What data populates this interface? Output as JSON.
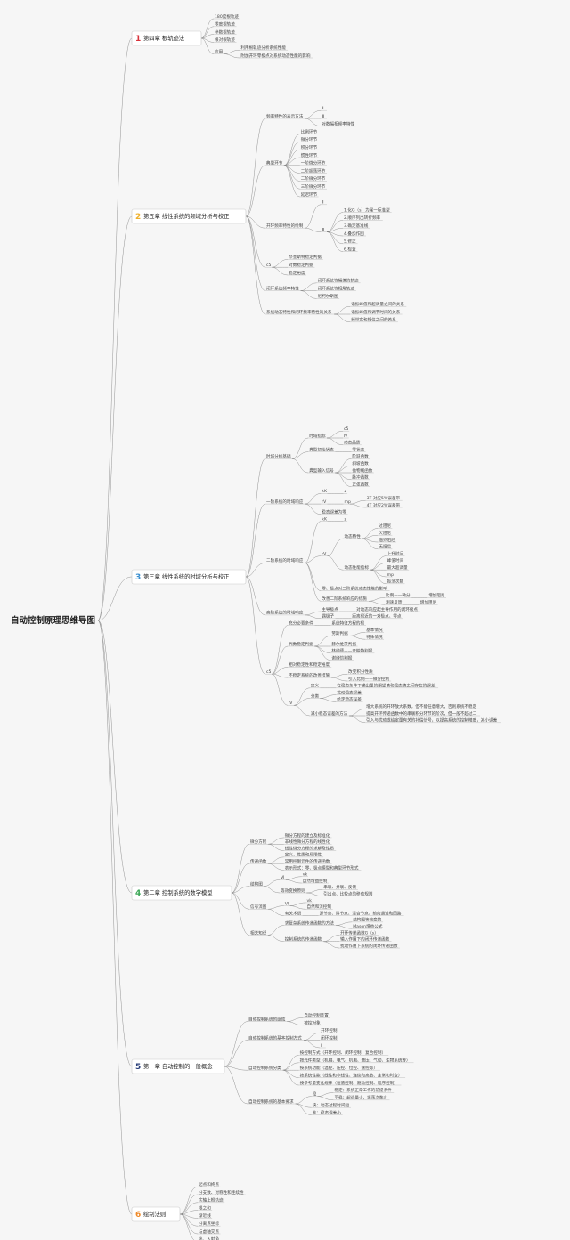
{
  "root": "自动控制原理思维导图",
  "chapters": [
    {
      "num": "1",
      "title": "第四章 根轨迹法",
      "color": "#d8323a",
      "children": [
        {
          "t": "180度根轨迹"
        },
        {
          "t": "零度根轨迹"
        },
        {
          "t": "参数根轨迹"
        },
        {
          "t": "根对根轨迹"
        },
        {
          "t": "应用",
          "c": [
            {
              "t": "利用根轨迹分析系统性能"
            },
            {
              "t": "附加开环零极点对系统动态性能的影响"
            }
          ]
        }
      ]
    },
    {
      "num": "2",
      "title": "第五章 线性系统的频域分析与校正",
      "color": "#f0b12a",
      "children": [
        {
          "t": "频率特性的表示方法",
          "c": [
            {
              "t": "Ⅱ"
            },
            {
              "t": "Ⅲ"
            },
            {
              "t": "对数幅相频率特性"
            }
          ]
        },
        {
          "t": "典型环节",
          "c": [
            {
              "t": "比例环节"
            },
            {
              "t": "微分环节"
            },
            {
              "t": "积分环节"
            },
            {
              "t": "惯性环节"
            },
            {
              "t": "一阶微分环节"
            },
            {
              "t": "二阶振荡环节"
            },
            {
              "t": "二阶微分环节"
            },
            {
              "t": "三阶微分环节"
            },
            {
              "t": "延迟环节"
            }
          ]
        },
        {
          "t": "开环频率特性的绘制",
          "c": [
            {
              "t": "Ⅱ"
            },
            {
              "t": "Ⅲ",
              "c": [
                {
                  "t": "1.化G（s）为尾一标准型"
                },
                {
                  "t": "2.顺序列出转折频率"
                },
                {
                  "t": "3.确定基准线"
                },
                {
                  "t": "4.叠加作图"
                },
                {
                  "t": "5.修正"
                },
                {
                  "t": "6.检查"
                }
              ]
            }
          ]
        },
        {
          "t": "c5",
          "c": [
            {
              "t": "奈奎斯特稳定判据"
            },
            {
              "t": "对数稳定判据"
            },
            {
              "t": "稳定裕度"
            }
          ]
        },
        {
          "t": "闭环系统频率特性",
          "c": [
            {
              "t": "闭环系统等幅值的轨迹"
            },
            {
              "t": "闭环系统等相角轨迹"
            },
            {
              "t": "尼柯尔斯图"
            }
          ]
        },
        {
          "t": "系统动态特性和闭环频率特性的关系",
          "c": [
            {
              "t": "谐振峰值和超调量之间的关系"
            },
            {
              "t": "谐振峰值和调节时间的关系"
            },
            {
              "t": "频带宽和相位之间的关系"
            }
          ]
        }
      ]
    },
    {
      "num": "3",
      "title": "第三章 线性系统的时域分析与校正",
      "color": "#3a8fd0",
      "children": [
        {
          "t": "时域分析基础",
          "c": [
            {
              "t": "时域指标",
              "c": [
                {
                  "t": "c5"
                },
                {
                  "t": "Ⅳ"
                },
                {
                  "t": "动态品质"
                }
              ]
            },
            {
              "t": "典型初始状态",
              "c": [
                {
                  "t": "零状态"
                }
              ]
            },
            {
              "t": "典型输入信号",
              "c": [
                {
                  "t": "阶跃函数"
                },
                {
                  "t": "斜坡函数"
                },
                {
                  "t": "抛物线函数"
                },
                {
                  "t": "脉冲函数"
                },
                {
                  "t": "正弦函数"
                }
              ]
            }
          ]
        },
        {
          "t": "一阶系统的时域响应",
          "c": [
            {
              "t": "kK",
              "c": [
                {
                  "t": "z"
                }
              ]
            },
            {
              "t": "rV",
              "c": [
                {
                  "t": "mp",
                  "c": [
                    {
                      "t": "3T  对应5%误差带"
                    },
                    {
                      "t": "4T  对应2%误差带"
                    }
                  ]
                }
              ]
            },
            {
              "t": "稳态误差为零"
            }
          ]
        },
        {
          "t": "二阶系统的时域响应",
          "c": [
            {
              "t": "kK",
              "c": [
                {
                  "t": "z"
                }
              ]
            },
            {
              "t": "rV",
              "c": [
                {
                  "t": "动态特性",
                  "c": [
                    {
                      "t": "过阻尼"
                    },
                    {
                      "t": "欠阻尼"
                    },
                    {
                      "t": "临界阻尼"
                    },
                    {
                      "t": "无阻尼"
                    }
                  ]
                },
                {
                  "t": "动态性能指标",
                  "c": [
                    {
                      "t": "上升时间"
                    },
                    {
                      "t": "峰值时间"
                    },
                    {
                      "t": "最大超调量"
                    },
                    {
                      "t": "mp"
                    },
                    {
                      "t": "振荡次数"
                    }
                  ]
                }
              ]
            },
            {
              "t": "零、极点对二阶系统动态性能的影响"
            },
            {
              "t": "改善二阶系统响应的措施",
              "c": [
                {
                  "t": "比例——微分",
                  "c": [
                    {
                      "t": "增加阻尼"
                    }
                  ]
                },
                {
                  "t": "测速反馈",
                  "c": [
                    {
                      "t": "增加阻尼"
                    }
                  ]
                }
              ]
            }
          ]
        },
        {
          "t": "高阶系统的时域响应",
          "c": [
            {
              "t": "主导极点",
              "c": [
                {
                  "t": "对动态响应起主导作用的闭环极点"
                }
              ]
            },
            {
              "t": "偶极子",
              "c": [
                {
                  "t": "距离很近的一对极点、零点"
                }
              ]
            }
          ]
        },
        {
          "t": "c5",
          "c": [
            {
              "t": "充分必要条件",
              "c": [
                {
                  "t": "系统特征方程的根"
                }
              ]
            },
            {
              "t": "代数稳定判据",
              "c": [
                {
                  "t": "劳斯判据",
                  "c": [
                    {
                      "t": "基本情况"
                    },
                    {
                      "t": "特殊情况"
                    }
                  ]
                },
                {
                  "t": "赫尔维茨判据"
                },
                {
                  "t": "林纳德——齐帕特判据"
                },
                {
                  "t": "谢绪恺判据"
                }
              ]
            },
            {
              "t": "相对稳定性和稳定裕度"
            },
            {
              "t": "不稳定系统的改善措施",
              "c": [
                {
                  "t": "改变积分性质"
                },
                {
                  "t": "引入比例——微分控制"
                }
              ]
            },
            {
              "t": "Ⅳ",
              "c": [
                {
                  "t": "定义",
                  "c": [
                    {
                      "t": "在稳态条件下输出量的期望值和稳态值之间存在的误差"
                    }
                  ]
                },
                {
                  "t": "分类",
                  "c": [
                    {
                      "t": "扰动稳态误差"
                    },
                    {
                      "t": "给定稳态误差"
                    }
                  ]
                },
                {
                  "t": "减小稳态误差的方法",
                  "c": [
                    {
                      "t": "增大系统的开环放大系数，但不能任意增大，否则系统不稳定"
                    },
                    {
                      "t": "提高开环传递函数中的串联积分环节的阶次，但一般不超过二"
                    },
                    {
                      "t": "引入与扰动或给定量有关的补偿信号，以提高系统的控制精度，减小误差"
                    }
                  ]
                }
              ]
            }
          ]
        }
      ]
    },
    {
      "num": "4",
      "title": "第二章 控制系统的数学模型",
      "color": "#3aa655",
      "children": [
        {
          "t": "微分方程",
          "c": [
            {
              "t": "微分方程的建立及标准化"
            },
            {
              "t": "非线性微分方程的线性化"
            },
            {
              "t": "线性微分方程的求解及性质"
            }
          ]
        },
        {
          "t": "传递函数",
          "c": [
            {
              "t": "定义、性质和局限性"
            },
            {
              "t": "常用控制元件的传递函数"
            },
            {
              "t": "表示形式：零、极点模型和典型环节形式"
            }
          ]
        },
        {
          "t": "结构图",
          "c": [
            {
              "t": "Ⅵ",
              "c": [
                {
                  "t": "vk"
                },
                {
                  "t": "自然增益控制"
                }
              ]
            },
            {
              "t": "等效变换原则",
              "c": [
                {
                  "t": "串联、并联、反馈"
                },
                {
                  "t": "引出点、比较点的移动规则"
                }
              ]
            }
          ]
        },
        {
          "t": "信号流图",
          "c": [
            {
              "t": "Ⅵ",
              "c": [
                {
                  "t": "vk"
                },
                {
                  "t": "自然和流控制"
                }
              ]
            },
            {
              "t": "有关术语",
              "c": [
                {
                  "t": "源节点、阱节点、混合节点、前向通道和回路"
                }
              ]
            }
          ]
        },
        {
          "t": "相关知识",
          "c": [
            {
              "t": "求复杂系统传递函数的方法",
              "c": [
                {
                  "t": "结构图等效变换"
                },
                {
                  "t": "Mason增益公式"
                }
              ]
            },
            {
              "t": "控制系统的传递函数",
              "c": [
                {
                  "t": "开环传递函数G（s）"
                },
                {
                  "t": "输入作用下的闭环传递函数"
                },
                {
                  "t": "扰动作用下系统的闭环传递函数"
                }
              ]
            }
          ]
        }
      ]
    },
    {
      "num": "5",
      "title": "第一章 自动控制的一般概念",
      "color": "#2a3f7a",
      "children": [
        {
          "t": "自动控制系统的组成",
          "c": [
            {
              "t": "自动控制装置"
            },
            {
              "t": "被控对象"
            }
          ]
        },
        {
          "t": "自动控制系统的基本控制方式",
          "c": [
            {
              "t": "开环控制"
            },
            {
              "t": "闭环控制"
            },
            {
              "t": "Ⅱ"
            }
          ]
        },
        {
          "t": "自动控制系统分类",
          "c": [
            {
              "t": "按控制方式（开环控制、闭环控制、复合控制）"
            },
            {
              "t": "按元件类型（机械、电气、机电、液压、气动、生物系统等）"
            },
            {
              "t": "按系统功能（温控、压控、位控、速控等）"
            },
            {
              "t": "按系统性能（线性和非线性、连续和离散、定常和时变）"
            },
            {
              "t": "按参考量变化规律（恒值控制、随动控制、程序控制）"
            }
          ]
        },
        {
          "t": "自动控制系统的基本要求",
          "c": [
            {
              "t": "稳",
              "c": [
                {
                  "t": "稳定：系统正常工作的前提条件"
                },
                {
                  "t": "平稳：超调量小，振荡次数少"
                }
              ]
            },
            {
              "t": "快：动态过程时间短"
            },
            {
              "t": "准：稳态误差小"
            }
          ]
        }
      ]
    },
    {
      "num": "6",
      "title": "绘制法则",
      "color": "#f08b2a",
      "children": [
        {
          "t": "起点和终点"
        },
        {
          "t": "分支数、对称性和连续性"
        },
        {
          "t": "实轴上根轨迹"
        },
        {
          "t": "根之和"
        },
        {
          "t": "渐近线"
        },
        {
          "t": "分离点坐标"
        },
        {
          "t": "与虚轴交点"
        },
        {
          "t": "出、入射角"
        }
      ]
    }
  ]
}
